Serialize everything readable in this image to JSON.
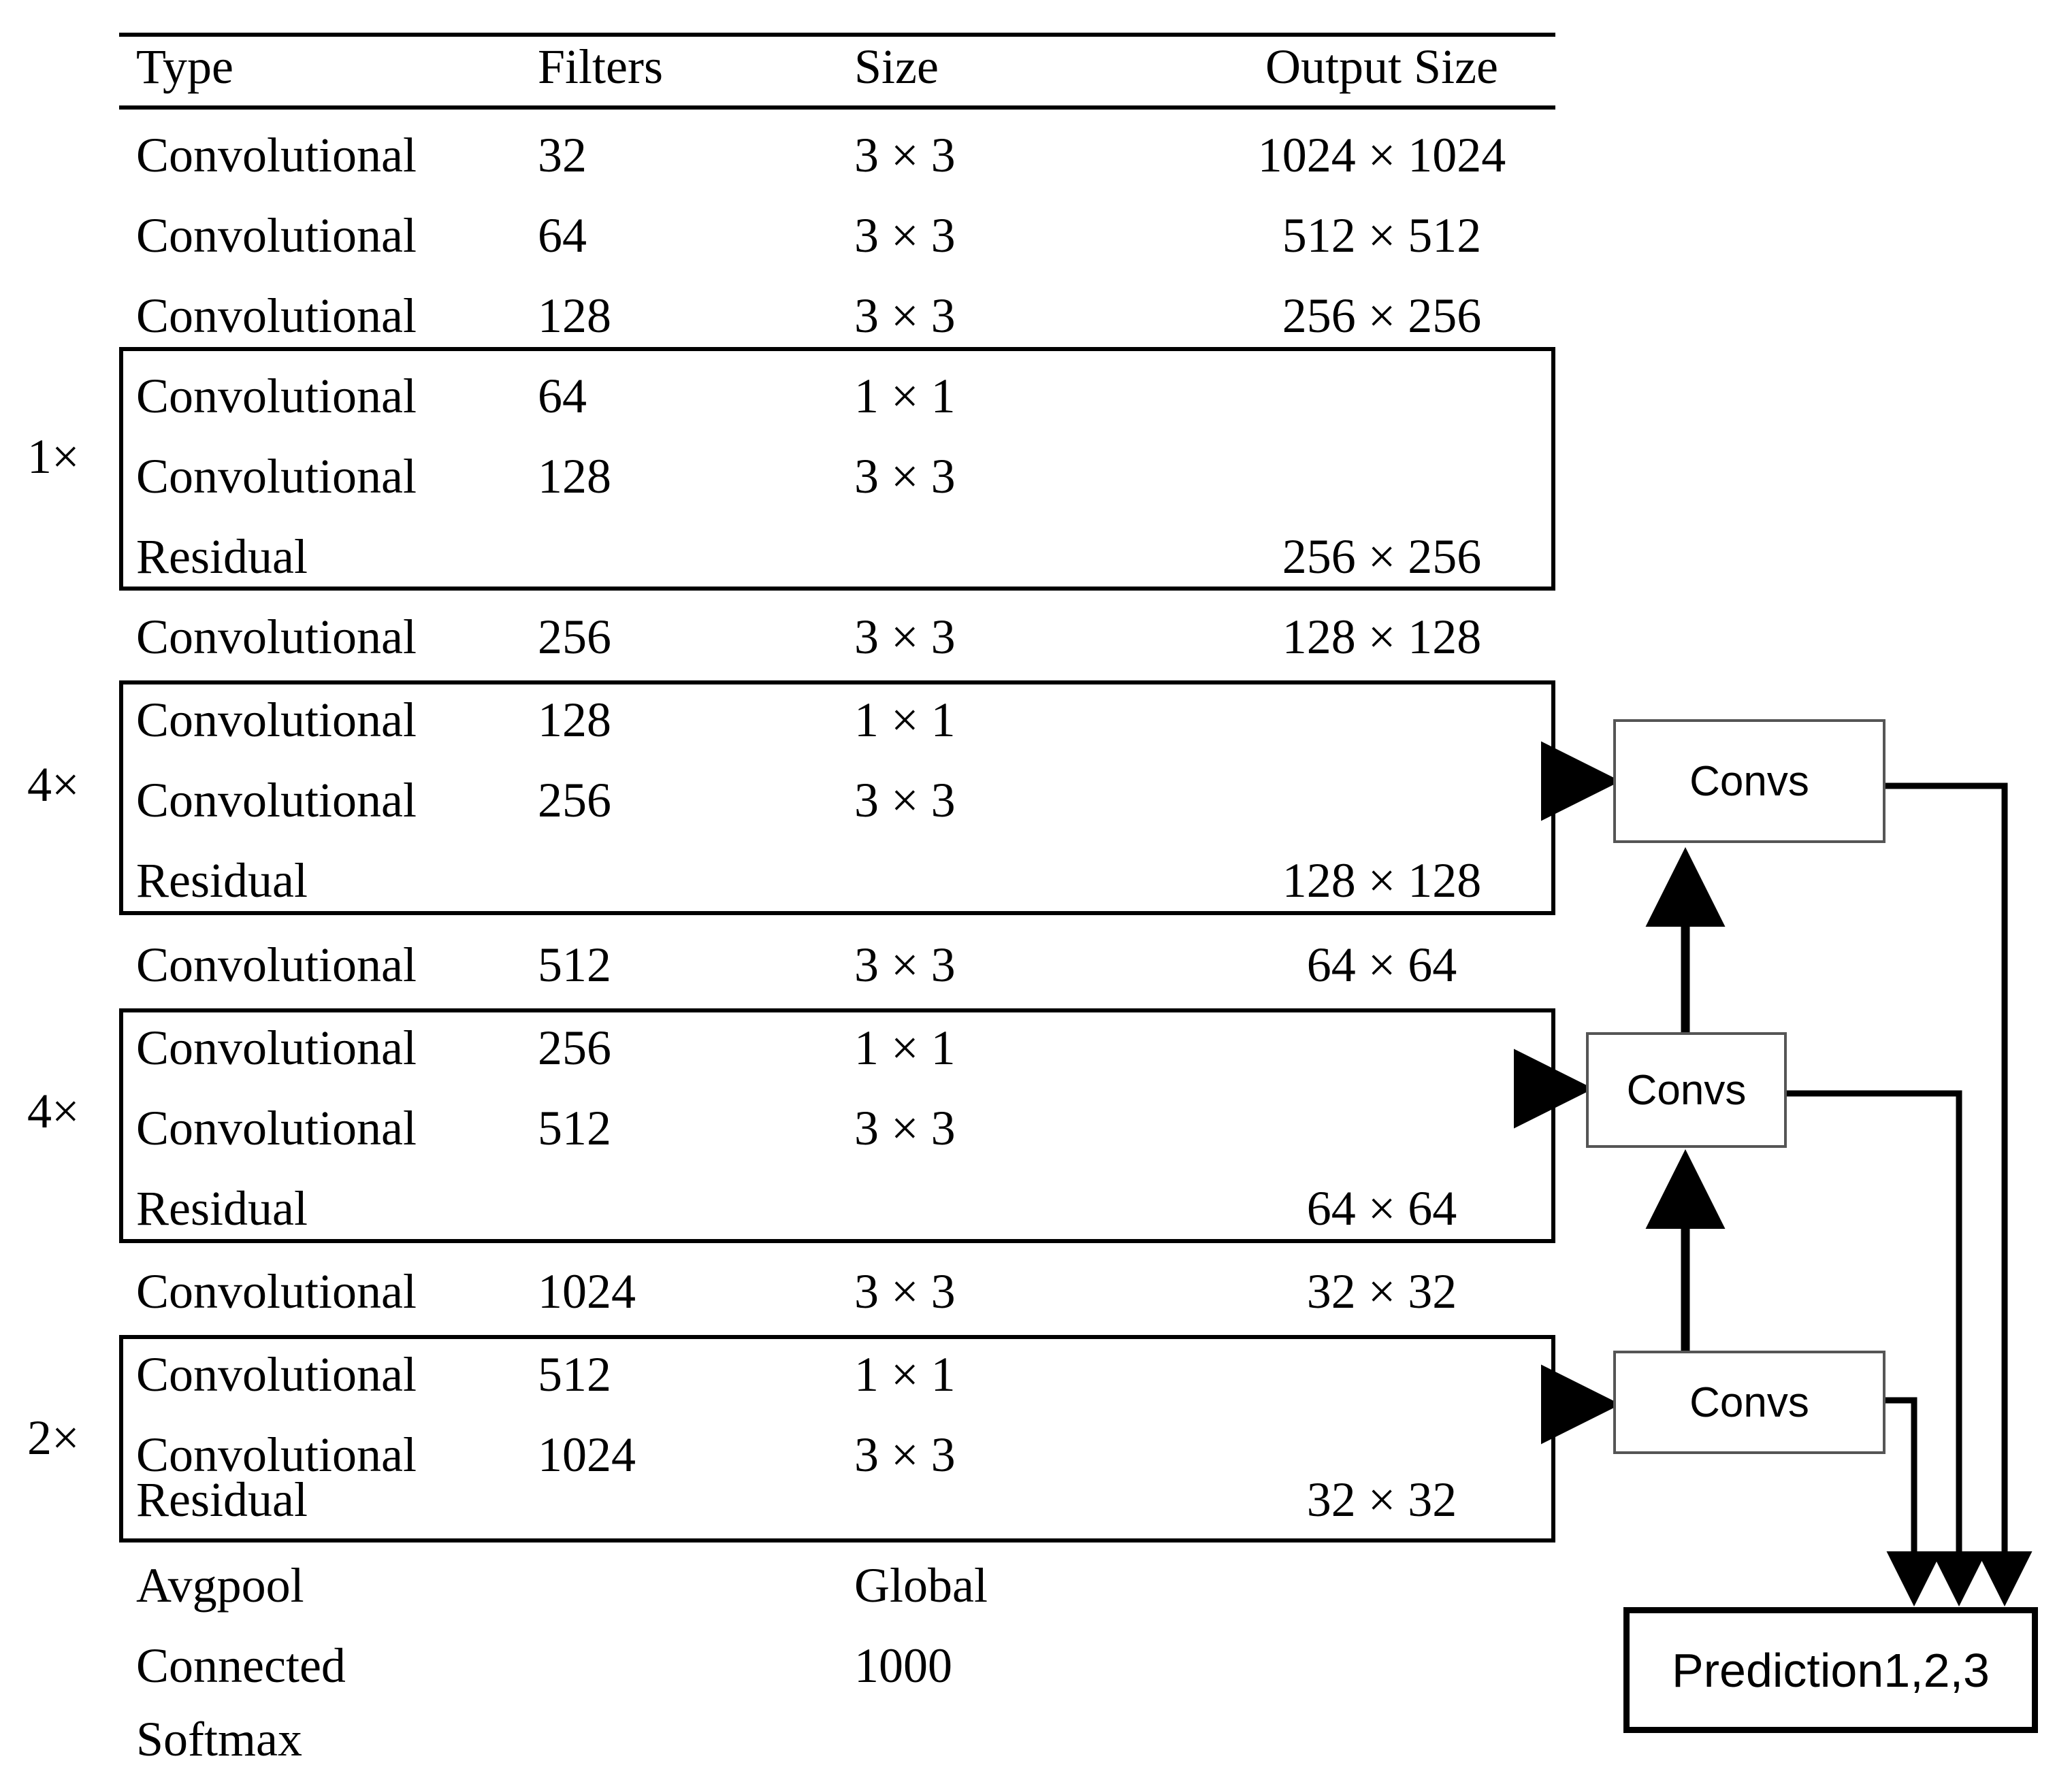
{
  "table": {
    "headers": [
      "Type",
      "Filters",
      "Size",
      "Output Size"
    ],
    "rows": [
      {
        "type": "Convolutional",
        "filters": "32",
        "size": "3 × 3",
        "output": "1024 × 1024",
        "group": null
      },
      {
        "type": "Convolutional",
        "filters": "64",
        "size": "3 × 3",
        "output": "512 × 512",
        "group": null
      },
      {
        "type": "Convolutional",
        "filters": "128",
        "size": "3 × 3",
        "output": "256 × 256",
        "group": null
      },
      {
        "type": "Convolutional",
        "filters": "64",
        "size": "1 × 1",
        "output": "",
        "group": "g1"
      },
      {
        "type": "Convolutional",
        "filters": "128",
        "size": "3 × 3",
        "output": "",
        "group": "g1"
      },
      {
        "type": "Residual",
        "filters": "",
        "size": "",
        "output": "256 × 256",
        "group": "g1"
      },
      {
        "type": "Convolutional",
        "filters": "256",
        "size": "3 × 3",
        "output": "128 × 128",
        "group": null
      },
      {
        "type": "Convolutional",
        "filters": "128",
        "size": "1 × 1",
        "output": "",
        "group": "g2"
      },
      {
        "type": "Convolutional",
        "filters": "256",
        "size": "3 × 3",
        "output": "",
        "group": "g2"
      },
      {
        "type": "Residual",
        "filters": "",
        "size": "",
        "output": "128 × 128",
        "group": "g2"
      },
      {
        "type": "Convolutional",
        "filters": "512",
        "size": "3 × 3",
        "output": "64 × 64",
        "group": null
      },
      {
        "type": "Convolutional",
        "filters": "256",
        "size": "1 × 1",
        "output": "",
        "group": "g3"
      },
      {
        "type": "Convolutional",
        "filters": "512",
        "size": "3 × 3",
        "output": "",
        "group": "g3"
      },
      {
        "type": "Residual",
        "filters": "",
        "size": "",
        "output": "64 × 64",
        "group": "g3"
      },
      {
        "type": "Convolutional",
        "filters": "1024",
        "size": "3 × 3",
        "output": "32 × 32",
        "group": null
      },
      {
        "type": "Convolutional",
        "filters": "512",
        "size": "1 × 1",
        "output": "",
        "group": "g4"
      },
      {
        "type": "Convolutional",
        "filters": "1024",
        "size": "3 × 3",
        "output": "",
        "group": "g4"
      },
      {
        "type": "Residual",
        "filters": "",
        "size": "",
        "output": "32 × 32",
        "group": "g4"
      },
      {
        "type": "Avgpool",
        "filters": "",
        "size": "Global",
        "output": "",
        "group": null
      },
      {
        "type": "Connected",
        "filters": "",
        "size": "1000",
        "output": "",
        "group": null
      },
      {
        "type": "Softmax",
        "filters": "",
        "size": "",
        "output": "",
        "group": null
      }
    ],
    "multipliers": [
      "1×",
      "4×",
      "4×",
      "2×"
    ]
  },
  "diagram": {
    "conv_blocks": [
      "Convs",
      "Convs",
      "Convs"
    ],
    "prediction_label": "Prediction1,2,3"
  },
  "colors": {
    "ink": "#000000",
    "box_border": "#555555",
    "background": "#ffffff"
  }
}
